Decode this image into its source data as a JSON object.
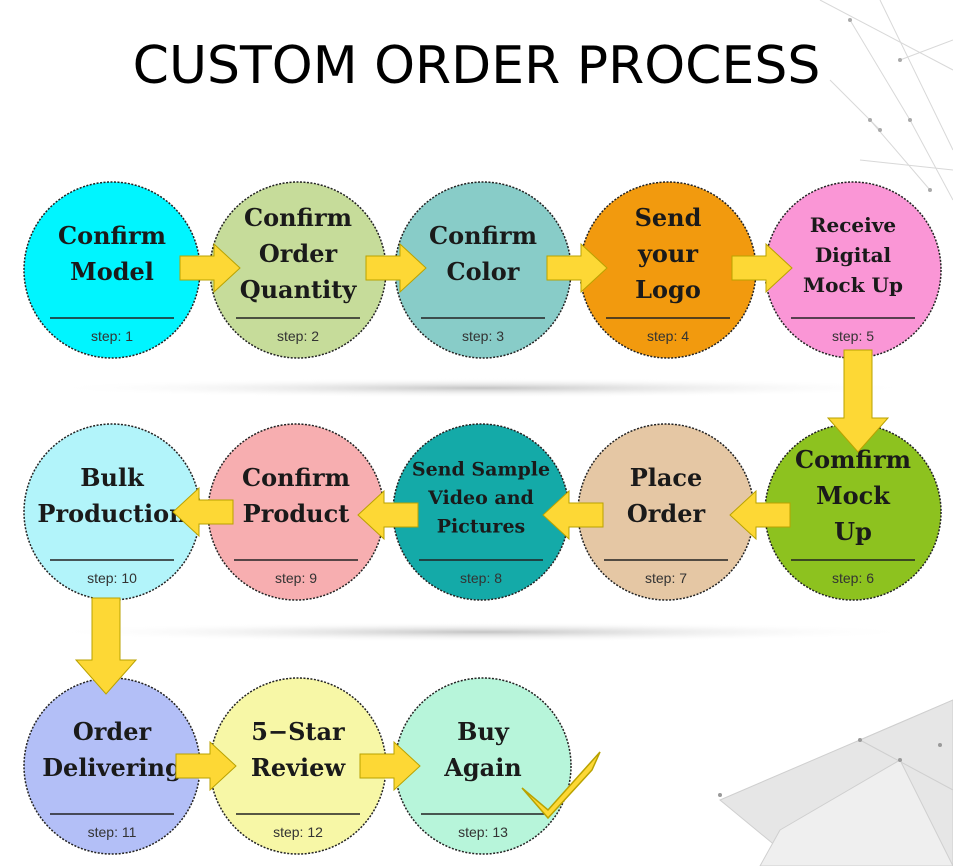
{
  "title": "CUSTOM ORDER PROCESS",
  "steps": [
    {
      "lines": [
        "Confirm",
        "Model"
      ],
      "step_text": "step: 1",
      "color": "#00f5ff"
    },
    {
      "lines": [
        "Confirm",
        "Order",
        "Quantity"
      ],
      "step_text": "step: 2",
      "color": "#c6dc9a"
    },
    {
      "lines": [
        "Confirm",
        "Color"
      ],
      "step_text": "step: 3",
      "color": "#88ccc8"
    },
    {
      "lines": [
        "Send",
        "your",
        "Logo"
      ],
      "step_text": "step: 4",
      "color": "#f29a0e"
    },
    {
      "lines": [
        "Receive",
        "Digital",
        "Mock Up"
      ],
      "step_text": "step: 5",
      "color": "#fa96d6"
    },
    {
      "lines": [
        "Comfirm",
        "Mock",
        "Up"
      ],
      "step_text": "step: 6",
      "color": "#8dc21f"
    },
    {
      "lines": [
        "Place",
        "Order"
      ],
      "step_text": "step: 7",
      "color": "#e5c7a4"
    },
    {
      "lines": [
        "Send Sample",
        "Video and",
        "Pictures"
      ],
      "step_text": "step: 8",
      "color": "#14aaa8"
    },
    {
      "lines": [
        "Confirm",
        "Product"
      ],
      "step_text": "step: 9",
      "color": "#f7aeb0"
    },
    {
      "lines": [
        "Bulk",
        "Production"
      ],
      "step_text": "step: 10",
      "color": "#b2f4fa"
    },
    {
      "lines": [
        "Order",
        "Delivering"
      ],
      "step_text": "step: 11",
      "color": "#b3bff7"
    },
    {
      "lines": [
        "5−Star",
        "Review"
      ],
      "step_text": "step: 12",
      "color": "#f7f7a6"
    },
    {
      "lines": [
        "Buy",
        "Again"
      ],
      "step_text": "step: 13",
      "color": "#b7f5da"
    }
  ],
  "colors": {
    "arrow_fill": "#fdd835",
    "arrow_stroke": "#b9a200",
    "checkmark": "#fdd835"
  },
  "icons": {
    "checkmark": "checkmark-icon",
    "arrow": "arrow-icon"
  }
}
